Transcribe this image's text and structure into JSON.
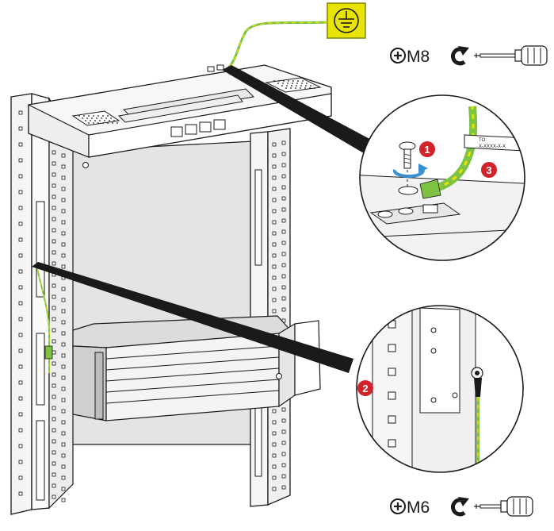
{
  "colors": {
    "ground_green": "#7dc243",
    "ground_yellow": "#e8e400",
    "callout_red": "#d2232a",
    "accent_blue": "#3a8fd0",
    "line": "#1a1a1a",
    "rack_fill": "#f2f2f2",
    "cabinet_inner": "#e2e2e2"
  },
  "icons": {
    "ground_symbol": "protective-earth-icon",
    "tool": "phillips-screwdriver-icon",
    "rotation": "clockwise-arrow-icon",
    "screw_head": "plus-circle-icon"
  },
  "top_tool": {
    "screw_size": "M8"
  },
  "bottom_tool": {
    "screw_size": "M6"
  },
  "callouts": {
    "one": "1",
    "two": "2",
    "three": "3"
  },
  "cable_tag": {
    "line1": "TO:",
    "line2": "X-XXXX-X-X"
  }
}
